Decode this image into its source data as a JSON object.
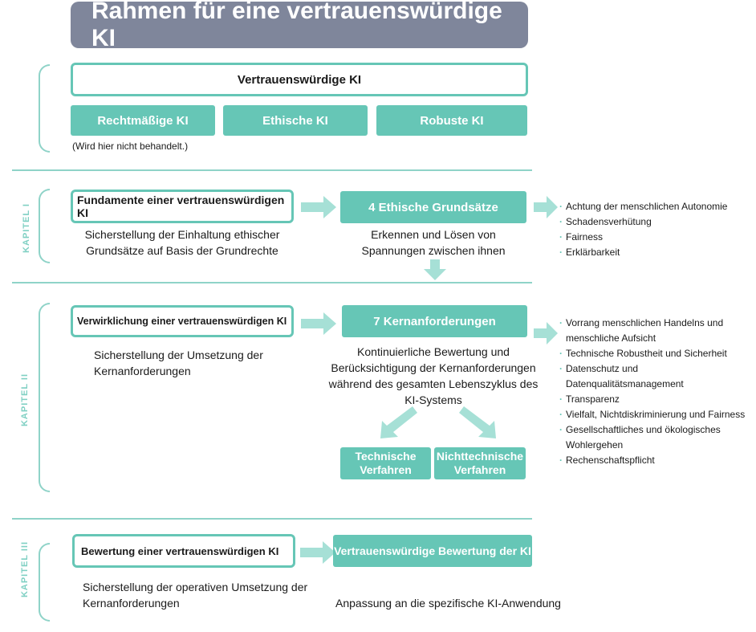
{
  "title": "Rahmen für eine vertrauenswürdige KI",
  "top": {
    "main": "Vertrauenswürdige KI",
    "pillars": [
      "Rechtmäßige KI",
      "Ethische KI",
      "Robuste KI"
    ],
    "note": "(Wird hier nicht behandelt.)"
  },
  "chapter1": {
    "label": "KAPITEL I",
    "left_box": "Fundamente einer vertrauenswürdigen KI",
    "left_desc": [
      "Sicherstellung der Einhaltung ethischer",
      "Grundsätze auf Basis der Grundrechte"
    ],
    "mid_box": "4 Ethische Grundsätze",
    "mid_desc": [
      "Erkennen und Lösen von",
      "Spannungen zwischen ihnen"
    ],
    "bullets": [
      "Achtung der menschlichen Autonomie",
      "Schadensverhütung",
      "Fairness",
      "Erklärbarkeit"
    ]
  },
  "chapter2": {
    "label": "KAPITEL II",
    "left_box": "Verwirklichung einer vertrauenswürdigen KI",
    "left_desc": [
      "Sicherstellung der Umsetzung der",
      "Kernanforderungen"
    ],
    "mid_box": "7 Kernanforderungen",
    "mid_desc": [
      "Kontinuierliche Bewertung und",
      "Berücksichtigung der Kernanforderungen",
      "während des gesamten Lebenszyklus des",
      "KI-Systems"
    ],
    "method_a": [
      "Technische",
      "Verfahren"
    ],
    "method_b": [
      "Nichttechnische",
      "Verfahren"
    ],
    "bullets": [
      [
        "Vorrang menschlichen Handelns und",
        "menschliche Aufsicht"
      ],
      [
        "Technische Robustheit und Sicherheit"
      ],
      [
        "Datenschutz und Datenqualitätsmanagement"
      ],
      [
        "Transparenz"
      ],
      [
        "Vielfalt, Nichtdiskriminierung und Fairness"
      ],
      [
        "Gesellschaftliches und ökologisches",
        "Wohlergehen"
      ],
      [
        "Rechenschaftspflicht"
      ]
    ]
  },
  "chapter3": {
    "label": "KAPITEL III",
    "left_box": "Bewertung einer vertrauenswürdigen KI",
    "left_desc": [
      "Sicherstellung der operativen Umsetzung der",
      "Kernanforderungen"
    ],
    "mid_box": "Vertrauenswürdige Bewertung der KI",
    "mid_desc": "Anpassung an die spezifische KI-Anwendung"
  },
  "colors": {
    "teal": "#66c6b6",
    "teal_light": "#a6e0d6",
    "title_bg": "#7f869b"
  }
}
